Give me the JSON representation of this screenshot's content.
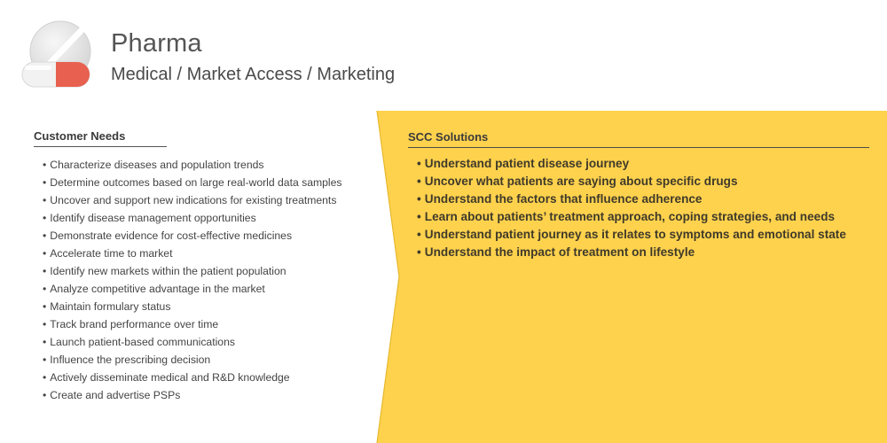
{
  "header": {
    "title": "Pharma",
    "subtitle": "Medical / Market Access / Marketing",
    "logo_icon": "pill-icon"
  },
  "colors": {
    "panel_yellow": "#ffd24d",
    "panel_edge": "#e6b82e",
    "pill_red": "#e8604f",
    "pill_white": "#f2f2f2"
  },
  "customer_needs": {
    "heading": "Customer Needs",
    "items": [
      "Characterize diseases and population trends",
      "Determine outcomes based on large real-world data samples",
      "Uncover and support new indications for existing treatments",
      "Identify disease management opportunities",
      "Demonstrate evidence for cost-effective medicines",
      "Accelerate time to market",
      "Identify new markets within the patient population",
      "Analyze competitive advantage in the market",
      "Maintain formulary status",
      "Track brand performance over time",
      "Launch patient-based communications",
      "Influence the prescribing decision",
      "Actively disseminate medical and R&D knowledge",
      "Create and advertise PSPs"
    ]
  },
  "solutions": {
    "heading": "SCC Solutions",
    "items": [
      "Understand patient disease journey",
      "Uncover what patients are saying about specific drugs",
      "Understand the factors that influence adherence",
      "Learn about patients’ treatment approach, coping strategies, and needs",
      "Understand patient journey as it relates to symptoms and emotional state",
      "Understand the impact of treatment on lifestyle"
    ]
  },
  "bullet": "•"
}
